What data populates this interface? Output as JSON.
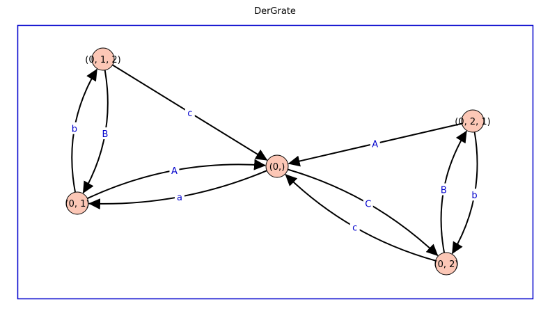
{
  "title": "DerGrate",
  "colors": {
    "frame": "#0000cc",
    "node_fill": "#fcc7b6",
    "node_stroke": "#000000",
    "edge": "#000000",
    "edge_label": "#0000cc",
    "label_bg": "#ffffff"
  },
  "nodes": [
    {
      "id": "n0",
      "label": "(0,)"
    },
    {
      "id": "n01",
      "label": "(0, 1)"
    },
    {
      "id": "n02",
      "label": "(0, 2)"
    },
    {
      "id": "n012",
      "label": "(0, 1, 2)"
    },
    {
      "id": "n021",
      "label": "(0, 2, 1)"
    }
  ],
  "edges": [
    {
      "id": "e1",
      "from": "n012",
      "to": "n0",
      "label": "c"
    },
    {
      "id": "e2",
      "from": "n012",
      "to": "n01",
      "label": "B"
    },
    {
      "id": "e3",
      "from": "n01",
      "to": "n012",
      "label": "b"
    },
    {
      "id": "e4",
      "from": "n01",
      "to": "n0",
      "label": "A"
    },
    {
      "id": "e5",
      "from": "n0",
      "to": "n01",
      "label": "a"
    },
    {
      "id": "e6",
      "from": "n021",
      "to": "n0",
      "label": "A"
    },
    {
      "id": "e7",
      "from": "n0",
      "to": "n02",
      "label": "C"
    },
    {
      "id": "e8",
      "from": "n02",
      "to": "n0",
      "label": "c"
    },
    {
      "id": "e9",
      "from": "n021",
      "to": "n02",
      "label": "b"
    },
    {
      "id": "e10",
      "from": "n02",
      "to": "n021",
      "label": "B"
    }
  ]
}
